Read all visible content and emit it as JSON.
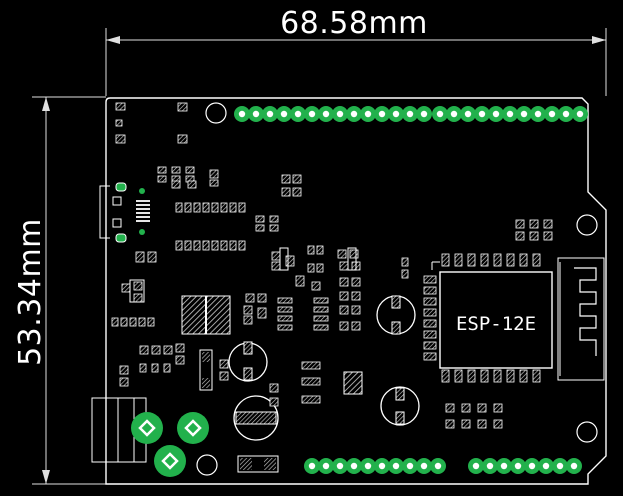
{
  "dimensions": {
    "width_label": "68.58mm",
    "height_label": "53.34mm"
  },
  "module": {
    "label": "ESP-12E"
  },
  "colors": {
    "background": "#000000",
    "outline": "#ffffff",
    "pad_green": "#22b14c",
    "pad_inner": "#ffffff",
    "hatch": "#cfcfcf",
    "dim_line": "#e0e0e0"
  },
  "icons": {
    "usb_connector": "usb-connector-icon",
    "dc_jack": "dc-jack-icon",
    "antenna": "antenna-trace-icon"
  }
}
